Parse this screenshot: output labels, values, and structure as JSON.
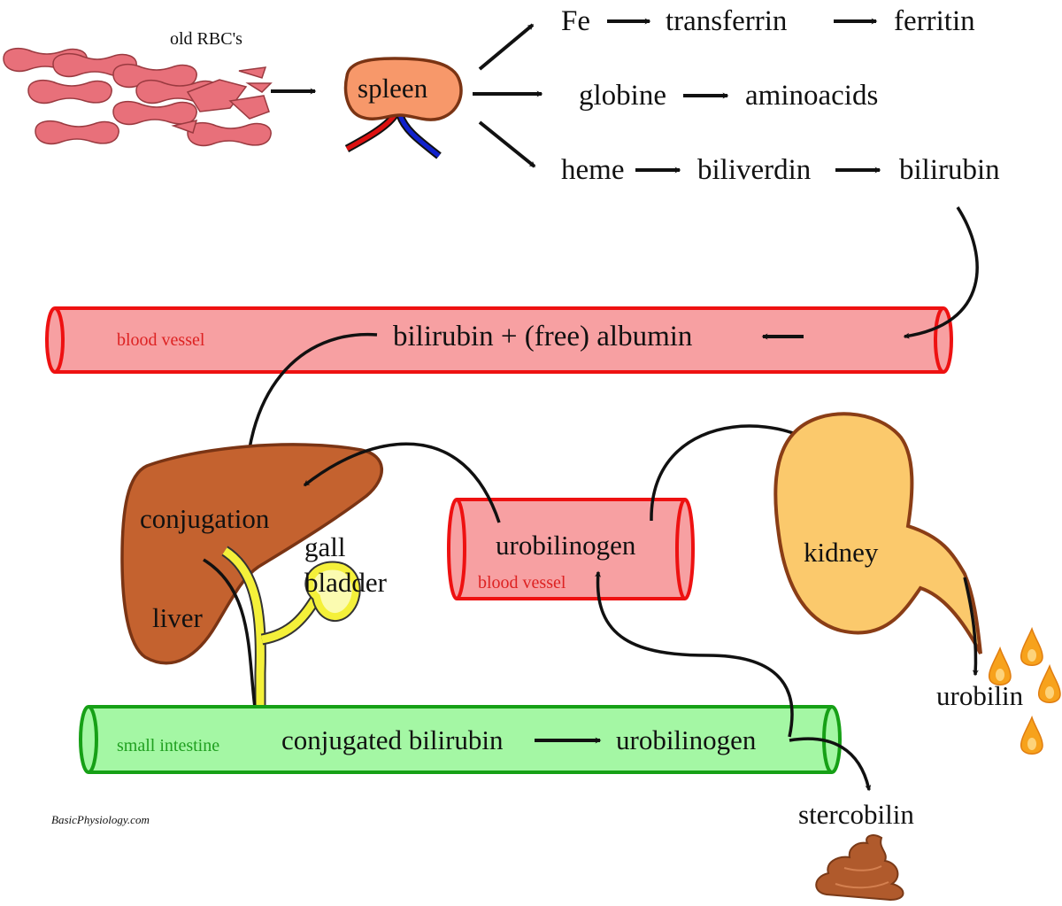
{
  "labels": {
    "old_rbcs": "old RBC's",
    "spleen": "spleen",
    "fe": "Fe",
    "transferrin": "transferrin",
    "ferritin": "ferritin",
    "globine": "globine",
    "aminoacids": "aminoacids",
    "heme": "heme",
    "biliverdin": "biliverdin",
    "bilirubin": "bilirubin",
    "blood_vessel_top": "blood vessel",
    "bilirubin_albumin": "bilirubin + (free) albumin",
    "conjugation": "conjugation",
    "liver": "liver",
    "gall": "gall",
    "bladder": "bladder",
    "urobilinogen_blood": "urobilinogen",
    "blood_vessel_mid": "blood vessel",
    "kidney": "kidney",
    "urobilin": "urobilin",
    "small_intestine": "small intestine",
    "conjugated_bilirubin": "conjugated bilirubin",
    "urobilinogen_intestine": "urobilinogen",
    "stercobilin": "stercobilin",
    "credit": "BasicPhysiology.com"
  },
  "colors": {
    "vessel_fill": "#f7a0a2",
    "vessel_stroke": "#ee1111",
    "vessel_label": "#dd2222",
    "intestine_fill": "#a4f7a4",
    "intestine_stroke": "#16a016",
    "intestine_label": "#20a020",
    "spleen_fill": "#f7986a",
    "spleen_stroke": "#7a3414",
    "liver_fill": "#c4622f",
    "liver_stroke": "#7a3414",
    "kidney_fill": "#fbc96c",
    "kidney_stroke": "#8a3d16",
    "bile_duct": "#f4f03a",
    "urine_drop": "#f7a21c",
    "stool": "#b05a2c",
    "rbc_fill": "#e8707a",
    "artery": "#dd1111",
    "vein": "#1122cc"
  }
}
